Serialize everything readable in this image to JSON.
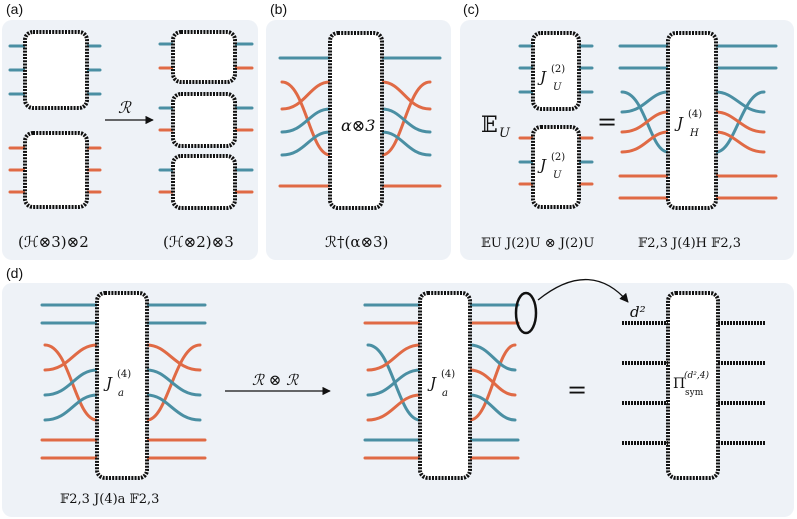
{
  "panels": {
    "a": {
      "tag": "(a)",
      "left_caption": "(ℋ⊗3)⊗2",
      "right_caption": "(ℋ⊗2)⊗3",
      "arrow_label": "ℛ"
    },
    "b": {
      "tag": "(b)",
      "box_label": "α⊗3",
      "caption": "ℛ†(α⊗3)"
    },
    "c": {
      "tag": "(c)",
      "expectation": "𝔼",
      "expectation_sub": "U",
      "small_box_label": "J",
      "small_box_sup": "(2)",
      "small_box_sub": "U",
      "equals": "=",
      "big_box_label": "J",
      "big_box_sup": "(4)",
      "big_box_sub": "H",
      "caption_left": "𝔼U J(2)U ⊗ J(2)U",
      "caption_right": "𝔽2,3 J(4)H 𝔽2,3"
    },
    "d": {
      "tag": "(d)",
      "box_label": "J",
      "box_sup": "(4)",
      "box_sub": "a",
      "arrow_label": "ℛ ⊗ ℛ",
      "equals": "=",
      "dim_label": "d²",
      "proj_label": "Π",
      "proj_sup": "(d²,4)",
      "proj_sub": "sym",
      "caption": "𝔽2,3 J(4)a 𝔽2,3"
    }
  },
  "colors": {
    "panel_bg": "#eef2f7",
    "blue": "#4a8fa3",
    "red": "#e06a45",
    "box_edge": "#111111"
  }
}
